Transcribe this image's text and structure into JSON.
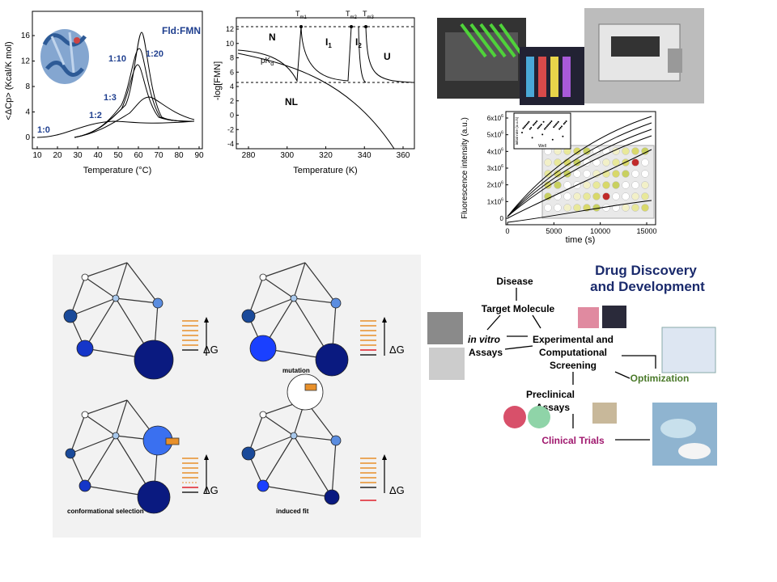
{
  "dsc_plot": {
    "ylabel": "<ΔCp> (Kcal/K mol)",
    "xlabel": "Temperature (°C)",
    "legend": "Fld:FMN",
    "xticks": [
      "10",
      "20",
      "30",
      "40",
      "50",
      "60",
      "70",
      "80",
      "90"
    ],
    "yticks": [
      "0",
      "4",
      "8",
      "12",
      "16"
    ],
    "curve_labels": [
      "1:0",
      "1:2",
      "1:3",
      "1:10",
      "1:20"
    ]
  },
  "phase_plot": {
    "ylabel": "-log[FMN]",
    "xlabel": "Temperature (K)",
    "xticks": [
      "280",
      "300",
      "320",
      "340",
      "360"
    ],
    "yticks": [
      "-4",
      "-2",
      "0",
      "2",
      "4",
      "6",
      "8",
      "10",
      "12"
    ],
    "regions": [
      "N",
      "I",
      "I",
      "U",
      "NL"
    ],
    "region_subs": [
      "1",
      "2"
    ],
    "tm": [
      "T",
      "T",
      "T"
    ],
    "tm_subs": [
      "m1",
      "m2",
      "m3"
    ],
    "pk": "pK",
    "pk_sub": "d"
  },
  "fluor_plot": {
    "ylabel": "Fluorescence intensity (a.u.)",
    "xlabel": "time (s)",
    "xticks": [
      "0",
      "5000",
      "10000",
      "15000"
    ],
    "yticks": [
      "0",
      "1x10",
      "2x10",
      "3x10",
      "4x10",
      "5x10",
      "6x10"
    ],
    "ytick_exp": "6",
    "inset_ylabel": "initial rate (a.u./s)",
    "inset_xlabel": "Well"
  },
  "networks": {
    "labels": [
      "mutation",
      "conformational selection",
      "induced fit"
    ],
    "delta_g": "ΔG"
  },
  "flowchart": {
    "title_lines": [
      "Drug Discovery",
      "and Development"
    ],
    "disease": "Disease",
    "target": "Target Molecule",
    "invitro_italic": "in vitro",
    "invitro_rest": "Assays",
    "screening_lines": [
      "Experimental and",
      "Computational",
      "Screening"
    ],
    "optimization": "Optimization",
    "preclinical_lines": [
      "Preclinical",
      "Assays"
    ],
    "clinical": "Clinical Trials"
  },
  "colors": {
    "title_blue": "#1a2a6c",
    "optimization_green": "#4b7a2a",
    "clinical_magenta": "#a0186e",
    "dsc_legend_blue": "#1f3f8f",
    "node_dark": "#0a1a80",
    "node_mid": "#1536c9",
    "node_light": "#5b8de0",
    "energy_orange": "#e8902a",
    "energy_red": "#e0202a"
  }
}
